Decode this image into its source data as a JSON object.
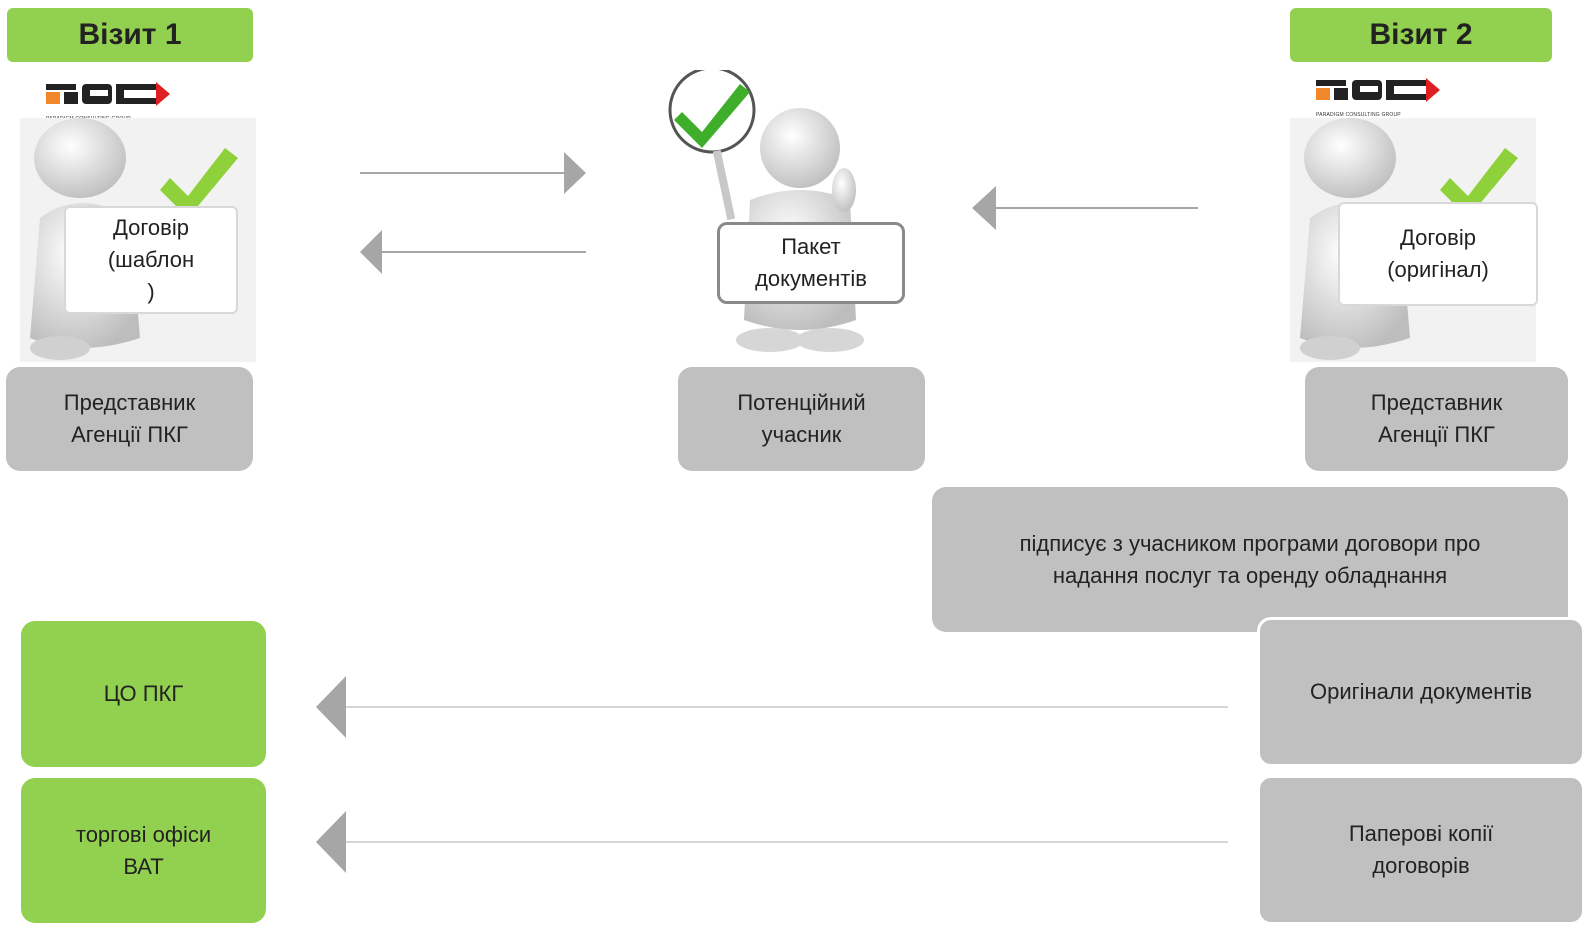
{
  "visit1": {
    "label": "Візит 1"
  },
  "visit2": {
    "label": "Візит 2"
  },
  "logo": {
    "caption": "PARADIGM CONSULTING GROUP"
  },
  "left_sign": {
    "line1": "Договір",
    "line2": "(шаблон",
    "line3": ")"
  },
  "right_sign": {
    "line1": "Договір",
    "line2": "(оригінал)"
  },
  "center_sign": {
    "line1": "Пакет",
    "line2": "документів"
  },
  "left_role": {
    "line1": "Представник",
    "line2": "Агенції ПКГ"
  },
  "center_role": {
    "line1": "Потенційний",
    "line2": "учасник"
  },
  "right_role": {
    "line1": "Представник",
    "line2": "Агенції ПКГ"
  },
  "signs_note": {
    "line1": "підписує з учасником програми договори про",
    "line2": "надання послуг та оренду обладнання"
  },
  "head_office": {
    "label": "ЦО ПКГ"
  },
  "trade_offices": {
    "line1": "торгові офіси",
    "line2": "ВАТ"
  },
  "originals": {
    "label": "Оригінали документів"
  },
  "paper_copies": {
    "line1": "Паперові копії",
    "line2": "договорів"
  },
  "colors": {
    "green": "#92d050",
    "gray_box": "#c0c0c0",
    "arrow": "#a6a6a6",
    "logo_red": "#e02020",
    "logo_orange": "#f0882a",
    "check": "#8fd13a"
  },
  "icons": [
    "pkg-logo",
    "checkmark-icon",
    "arrow-right",
    "arrow-left",
    "person-figure"
  ]
}
